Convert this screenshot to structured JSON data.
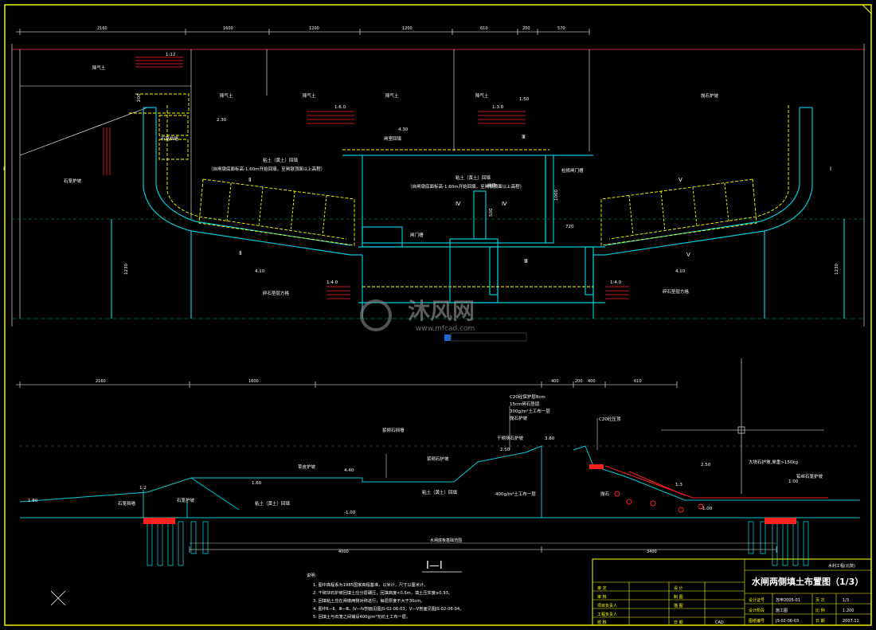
{
  "plan": {
    "top_dims": [
      "2160",
      "1600",
      "1200",
      "1200",
      "610",
      "200",
      "570"
    ],
    "ratio_labels": [
      "1:12",
      "1:6.0",
      "1:3.0"
    ],
    "area_labels": [
      "降气土",
      "降气土",
      "降气土",
      "降气土",
      "降气土",
      "抛石护坡"
    ],
    "elev_labels": [
      "2.30",
      "4.30",
      "1.50",
      "4.10",
      "4.10"
    ],
    "left_area": "石笼护坡",
    "left_slope": "石笼挡墙",
    "mid_label_left": "粘土（黄土）回填",
    "mid_note_left": "（自闸墩底面标高-1.60m开始回填，至闸墩顶面以上高程）",
    "mid_label_right": "粘土（黄土）回填",
    "mid_note_right": "（自闸墩底面标高-1.60m开始回填，至闸墩顶面以上高程）",
    "center_top": "闸室回填",
    "gate_labels": [
      "闸门槽",
      "闸墩",
      "检修闸门槽"
    ],
    "section_marks": [
      "Ⅰ",
      "Ⅰ",
      "Ⅱ",
      "Ⅱ",
      "Ⅲ",
      "Ⅲ",
      "Ⅳ",
      "Ⅳ",
      "Ⅴ",
      "Ⅴ"
    ],
    "left_bottom": "碎石垫层方格",
    "right_bottom": "碎石垫层方格",
    "slope_l": "1:4.0",
    "slope_r": "1:4.0",
    "heights": [
      "1230",
      "1230",
      "200",
      "500",
      "720",
      "1000"
    ],
    "watermark": "沐风网",
    "watermark_url": "www.mfcad.com"
  },
  "section": {
    "top_dims": [
      "2160",
      "1600",
      "400",
      "200",
      "400",
      "610"
    ],
    "labels": {
      "rc": "石笼挡墙",
      "rc2": "石笼护坡",
      "fill": "粘土（黄土）回填",
      "fill2": "粘土（黄土）回填",
      "pave": "草皮护坡",
      "spec1": "C20砼保护层8cm",
      "spec2": "15cm碎石垫层",
      "spec3": "300g/m²土工布一层",
      "spec4": "抛石护坡",
      "seal": "干砌块石护坡",
      "slope_top": "浆砌石挡墙",
      "rip": "抛石",
      "cap": "C20砼压顶",
      "geo": "400g/m²土工布一层",
      "shell": "浆砌石护坡",
      "riprap": "大块石护坡,单重>150kg",
      "stone": "铅丝石笼护坡"
    },
    "elevs": [
      "1.80",
      "1.60",
      "4.40",
      "3.80",
      "2.50",
      "2.50",
      "1.00",
      "-1.00",
      "-1.00"
    ],
    "bottom_dims": [
      "4000",
      "3400"
    ],
    "ratio": "1:2",
    "ratio2": "1:3",
    "base_label": "水闸底板基础范围",
    "title": "Ⅰ—Ⅰ"
  },
  "notes": {
    "heading": "说明：",
    "lines": [
      "1. 图中高程系为1985国家高程基准，以米计，尺寸以厘米计。",
      "2. 干砌块石护坡回填土应分层碾压，回填高度<0.5m，填土压实度≥0.93。",
      "3. 回填粘土应在闸墩两侧对称进行，每层厚度不大于30cm。",
      "4. 图中Ⅱ—Ⅱ、Ⅲ—Ⅲ、Ⅳ—Ⅳ剖面见图JS-02-06-03，Ⅴ—Ⅴ剖面见图JS-02-06-04。",
      "5. 回填土与石笼之间铺设400g/m²无纺土工布一层。"
    ]
  },
  "titleblock": {
    "company": "水利工程(北院)",
    "title": "水闸两侧填土布置图（1/3）",
    "rows_left": [
      "审 定",
      "审 核",
      "项目负责人",
      "工程负责人",
      "校 核"
    ],
    "rows_left2": [
      "设 计",
      "制 图",
      "描 图",
      "",
      "日 期"
    ],
    "rows_right_k": [
      "设计证号",
      "设计阶段",
      "图纸编号"
    ],
    "rows_right_v": [
      "苏甲2005-01",
      "施工图",
      "JS-02-06-03"
    ],
    "rows_right_k2": [
      "页 次",
      "比 例",
      "日 期"
    ],
    "rows_right_v2": [
      "1/3",
      "1:200",
      "2007.11"
    ],
    "cad": "CAD"
  },
  "colors": {
    "background": "#000000",
    "frame": "#ffff00",
    "structure": "#00c8d8",
    "dashed": "#ffff00",
    "hatch": "#ff2020",
    "text": "#ffffff"
  }
}
